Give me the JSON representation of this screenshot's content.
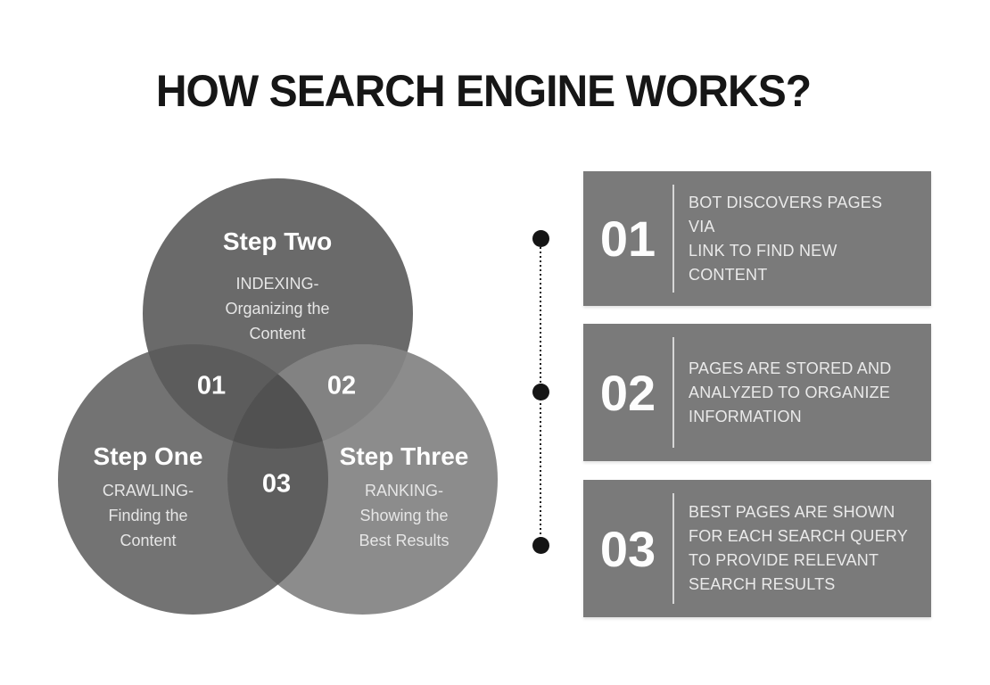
{
  "title": "HOW SEARCH ENGINE WORKS?",
  "venn": {
    "circles": [
      {
        "title": "Step One",
        "subtitle_lines": [
          "CRAWLING-",
          "Finding the",
          "Content"
        ]
      },
      {
        "title": "Step Two",
        "subtitle_lines": [
          "INDEXING-",
          "Organizing the",
          "Content"
        ]
      },
      {
        "title": "Step Three",
        "subtitle_lines": [
          "RANKING-",
          "Showing the",
          "Best Results"
        ]
      }
    ],
    "overlap_labels": [
      "01",
      "02",
      "03"
    ],
    "region_colors": {
      "top_circle": "#6a6a6a",
      "left_circle": "#737373",
      "right_circle": "#8c8c8c",
      "overlap_01": "#5c5c5c",
      "overlap_02": "#828282",
      "overlap_03": "#5e5e5e",
      "center": "#515151"
    }
  },
  "steps": [
    {
      "number": "01",
      "description_lines": [
        "BOT DISCOVERS PAGES VIA",
        "LINK TO FIND NEW",
        "CONTENT"
      ]
    },
    {
      "number": "02",
      "description_lines": [
        "PAGES ARE STORED AND",
        "ANALYZED TO ORGANIZE",
        "INFORMATION"
      ]
    },
    {
      "number": "03",
      "description_lines": [
        "BEST PAGES ARE SHOWN",
        "FOR EACH SEARCH QUERY",
        "TO PROVIDE RELEVANT",
        "SEARCH RESULTS"
      ]
    }
  ],
  "colors": {
    "background": "#ffffff",
    "title_text": "#161616",
    "step_box_background": "#7a7a7a",
    "connector": "#151515",
    "light_text": "#eaeaea",
    "white_text": "#ffffff"
  }
}
